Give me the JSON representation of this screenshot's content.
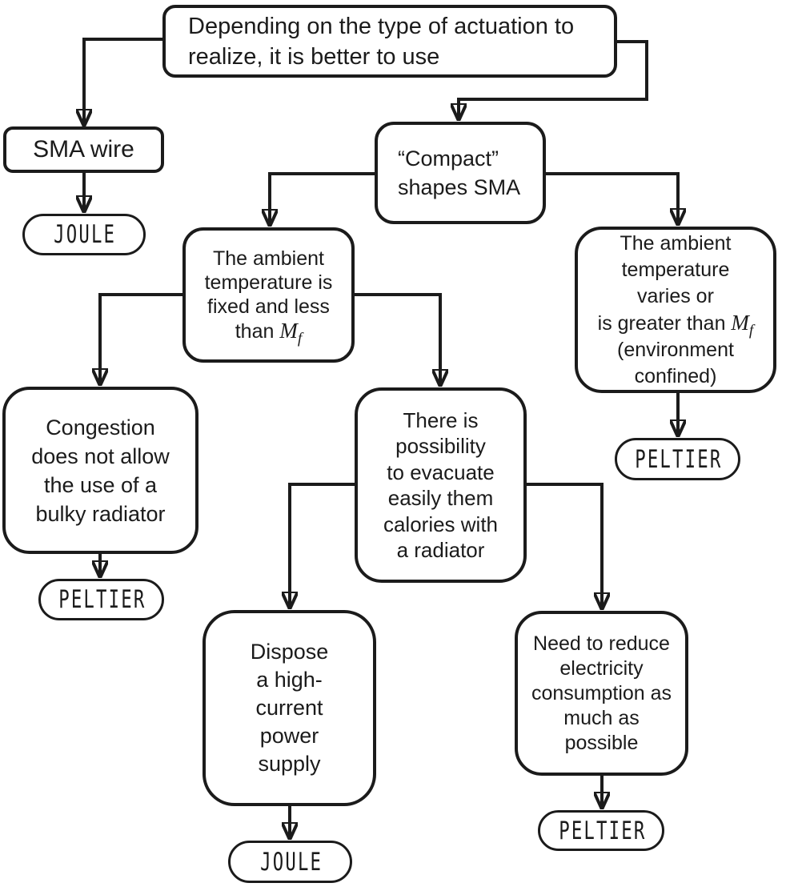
{
  "colors": {
    "stroke": "#1b1b1b",
    "node_background": "#ffffff",
    "text": "#1b1b1b"
  },
  "flowchart": {
    "nodes": [
      {
        "id": "root",
        "kind": "box",
        "label": "Depending on the type of actuation to\nrealize, it is better to use"
      },
      {
        "id": "sma-wire",
        "kind": "box",
        "label": "SMA wire"
      },
      {
        "id": "joule-sma-wire",
        "kind": "pill",
        "label": "JOULE"
      },
      {
        "id": "compact-shapes",
        "kind": "box",
        "label": "“Compact”\nshapes SMA"
      },
      {
        "id": "temp-fixed",
        "kind": "box",
        "label": "The ambient\ntemperature is\nfixed and less\nthan M_f"
      },
      {
        "id": "temp-varies",
        "kind": "box",
        "label": "The ambient\ntemperature\nvaries or\nis greater than M_f\n(environment\nconfined)"
      },
      {
        "id": "peltier-varies",
        "kind": "pill",
        "label": "PELTIER"
      },
      {
        "id": "congestion",
        "kind": "box",
        "label": "Congestion\ndoes not allow\nthe use of a\nbulky radiator"
      },
      {
        "id": "peltier-congestion",
        "kind": "pill",
        "label": "PELTIER"
      },
      {
        "id": "possibility",
        "kind": "box",
        "label": "There is\npossibility\nto evacuate\neasily them\ncalories with\na radiator"
      },
      {
        "id": "dispose",
        "kind": "box",
        "label": "Dispose\na high-\ncurrent\npower\nsupply"
      },
      {
        "id": "joule-dispose",
        "kind": "pill",
        "label": "JOULE"
      },
      {
        "id": "need-reduce",
        "kind": "box",
        "label": "Need to reduce\nelectricity\nconsumption as\nmuch as\npossible"
      },
      {
        "id": "peltier-need",
        "kind": "pill",
        "label": "PELTIER"
      }
    ],
    "edges": [
      {
        "from": "root",
        "to": "sma-wire"
      },
      {
        "from": "root",
        "to": "compact-shapes"
      },
      {
        "from": "sma-wire",
        "to": "joule-sma-wire"
      },
      {
        "from": "compact-shapes",
        "to": "temp-fixed"
      },
      {
        "from": "compact-shapes",
        "to": "temp-varies"
      },
      {
        "from": "temp-fixed",
        "to": "congestion"
      },
      {
        "from": "temp-fixed",
        "to": "possibility"
      },
      {
        "from": "temp-varies",
        "to": "peltier-varies"
      },
      {
        "from": "congestion",
        "to": "peltier-congestion"
      },
      {
        "from": "possibility",
        "to": "dispose"
      },
      {
        "from": "possibility",
        "to": "need-reduce"
      },
      {
        "from": "dispose",
        "to": "joule-dispose"
      },
      {
        "from": "need-reduce",
        "to": "peltier-need"
      }
    ]
  }
}
